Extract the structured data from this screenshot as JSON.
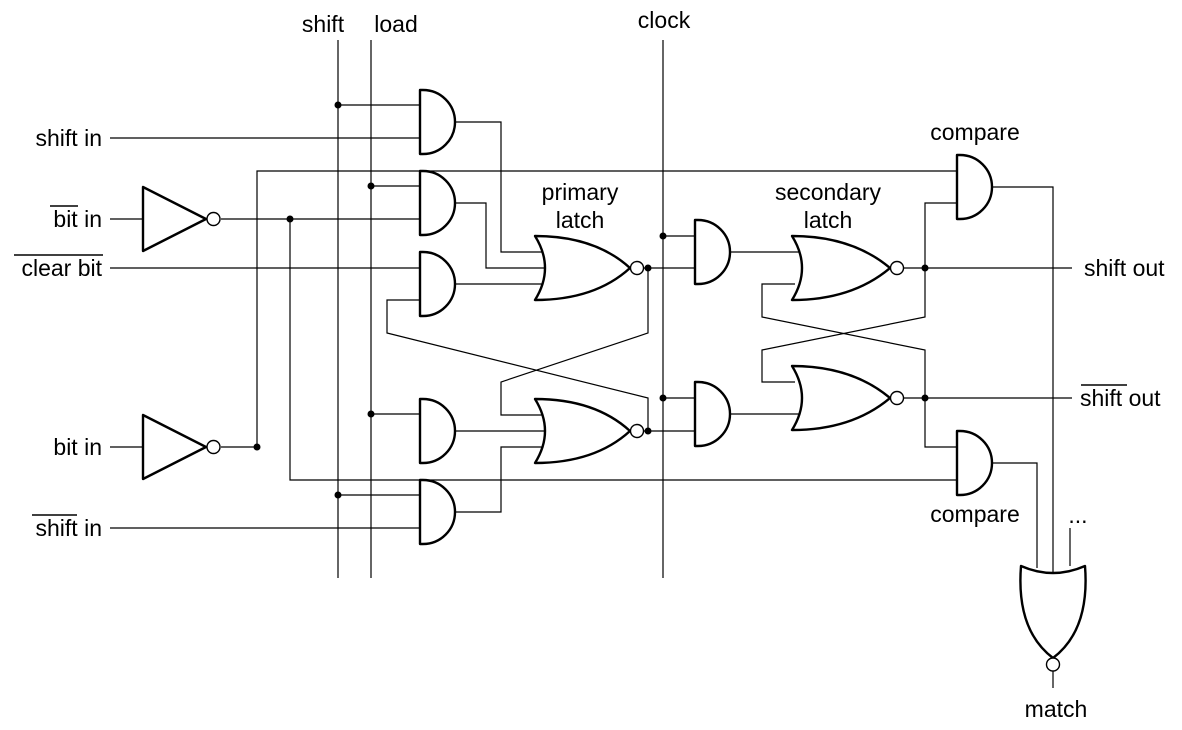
{
  "signals": {
    "shift": "shift",
    "load": "load",
    "clock": "clock",
    "shift_in": "shift in",
    "bit_in_bar": "bit in",
    "clear_bit_bar": "clear bit",
    "bit_in": "bit in",
    "shift_in_bar": "shift in",
    "shift_out": "shift out",
    "shift_out_bar": "shift out",
    "match": "match",
    "ellipsis": "..."
  },
  "blocks": {
    "primary_line1": "primary",
    "primary_line2": "latch",
    "secondary_line1": "secondary",
    "secondary_line2": "latch",
    "compare_top": "compare",
    "compare_bottom": "compare"
  }
}
